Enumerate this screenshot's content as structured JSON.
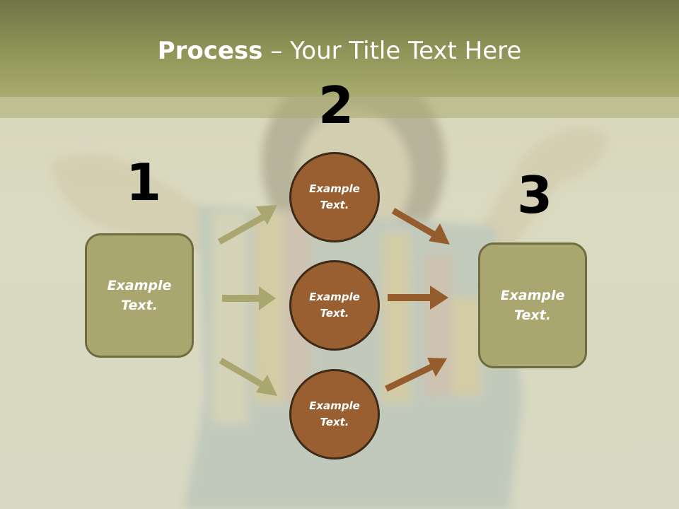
{
  "title": {
    "strong": "Process",
    "rest": " – Your Title Text Here"
  },
  "numbers": {
    "one": "1",
    "two": "2",
    "three": "3"
  },
  "left_box": {
    "line1": "Example",
    "line2": "Text."
  },
  "right_box": {
    "line1": "Example",
    "line2": "Text."
  },
  "circles": [
    {
      "line1": "Example",
      "line2": "Text."
    },
    {
      "line1": "Example",
      "line2": "Text."
    },
    {
      "line1": "Example",
      "line2": "Text."
    }
  ],
  "colors": {
    "title_bar": "#8d9356",
    "box_fill": "#a9a66f",
    "circle_fill": "#9a5f30",
    "arrow_left": "#a9a66f",
    "arrow_right": "#955c2e"
  }
}
